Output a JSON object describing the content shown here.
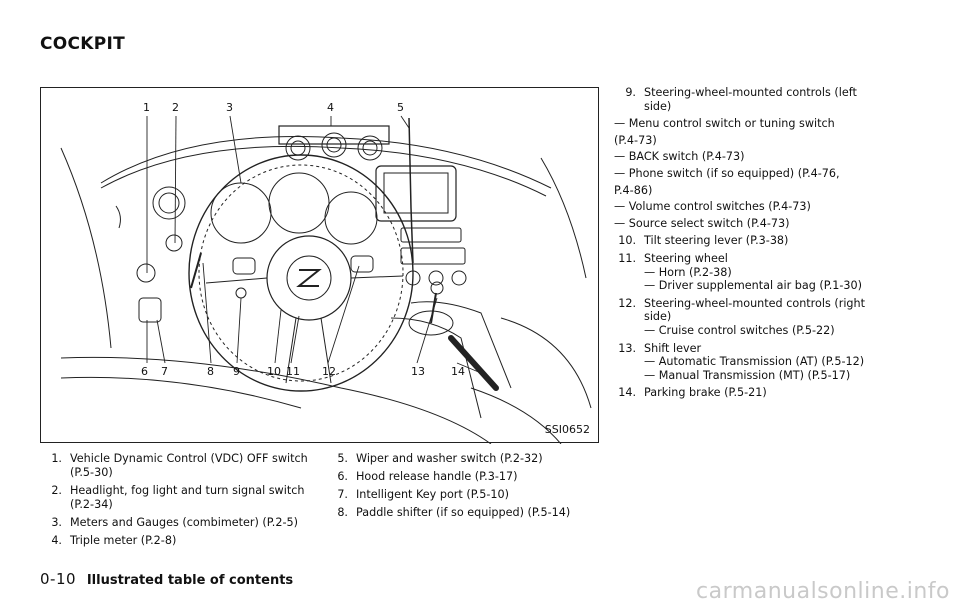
{
  "heading": "COCKPIT",
  "figure": {
    "code": "SSI0652",
    "callouts": [
      "1",
      "2",
      "3",
      "4",
      "5",
      "6",
      "7",
      "8",
      "9",
      "10",
      "11",
      "12",
      "13",
      "14"
    ]
  },
  "list_left": [
    {
      "n": "1.",
      "t": "Vehicle Dynamic Control (VDC) OFF switch",
      "t2": "(P.5-30)"
    },
    {
      "n": "2.",
      "t": "Headlight, fog light and turn signal switch",
      "t2": "(P.2-34)"
    },
    {
      "n": "3.",
      "t": "Meters and Gauges (combimeter) (P.2-5)"
    },
    {
      "n": "4.",
      "t": "Triple meter (P.2-8)"
    }
  ],
  "list_mid": [
    {
      "n": "5.",
      "t": "Wiper and washer switch (P.2-32)"
    },
    {
      "n": "6.",
      "t": "Hood release handle (P.3-17)"
    },
    {
      "n": "7.",
      "t": "Intelligent Key port (P.5-10)"
    },
    {
      "n": "8.",
      "t": "Paddle shifter (if so equipped) (P.5-14)"
    }
  ],
  "list_right": {
    "i9": {
      "n": "9.",
      "t": "Steering-wheel-mounted controls (left",
      "t2": "side)",
      "subs": [
        "— Menu control switch or tuning switch",
        "(P.4-73)",
        "— BACK switch (P.4-73)",
        "— Phone switch (if so equipped) (P.4-76,",
        "P.4-86)",
        "— Volume control switches (P.4-73)",
        "— Source select switch (P.4-73)"
      ]
    },
    "i10": {
      "n": "10.",
      "t": "Tilt steering lever (P.3-38)"
    },
    "i11": {
      "n": "11.",
      "t": "Steering wheel",
      "subs": [
        "— Horn (P.2-38)",
        "— Driver supplemental air bag (P.1-30)"
      ]
    },
    "i12": {
      "n": "12.",
      "t": "Steering-wheel-mounted controls (right",
      "t2": "side)",
      "subs": [
        "— Cruise control switches (P.5-22)"
      ]
    },
    "i13": {
      "n": "13.",
      "t": "Shift lever",
      "subs": [
        "— Automatic Transmission (AT) (P.5-12)",
        "— Manual Transmission (MT) (P.5-17)"
      ]
    },
    "i14": {
      "n": "14.",
      "t": "Parking brake (P.5-21)"
    }
  },
  "footer": {
    "page": "0-10",
    "section": "Illustrated table of contents"
  },
  "watermark": "carmanualsonline.info"
}
